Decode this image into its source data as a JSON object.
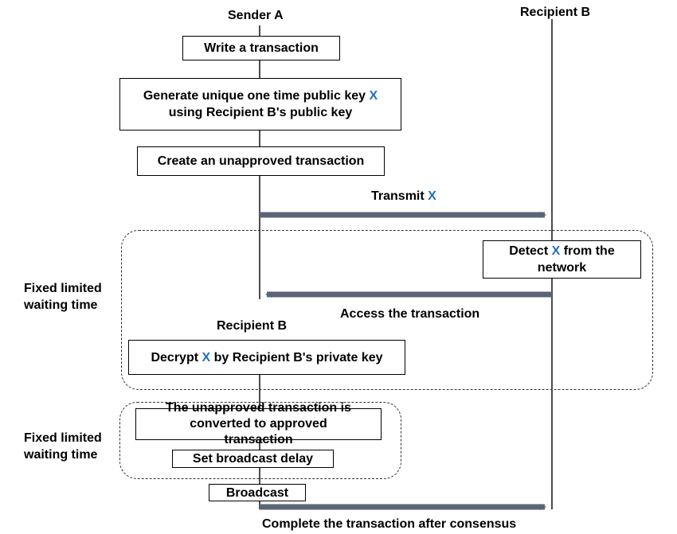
{
  "colors": {
    "accent_x": "#1f6fc4",
    "arrow": "#5b6477",
    "line": "#000000"
  },
  "lifelines": {
    "sender_a": "Sender A",
    "recipient_b": "Recipient B"
  },
  "steps": {
    "write": "Write a transaction",
    "generate_pre": "Generate unique one time public key ",
    "generate_x": "X",
    "generate_post": "using Recipient B's public key",
    "create": "Create an unapproved transaction",
    "detect_pre": "Detect ",
    "detect_x": "X",
    "detect_post": " from the network",
    "decrypt_pre": "Decrypt ",
    "decrypt_x": "X",
    "decrypt_post": " by Recipient B's private key",
    "convert": "The unapproved transaction is converted to approved transaction",
    "delay": "Set broadcast delay",
    "broadcast": "Broadcast"
  },
  "messages": {
    "transmit_pre": "Transmit ",
    "transmit_x": "X",
    "access": "Access the transaction",
    "complete": "Complete the transaction after consensus"
  },
  "region_labels": {
    "region1": "Fixed limited waiting time",
    "region2": "Fixed limited waiting time",
    "recipient_b_mid": "Recipient B"
  }
}
